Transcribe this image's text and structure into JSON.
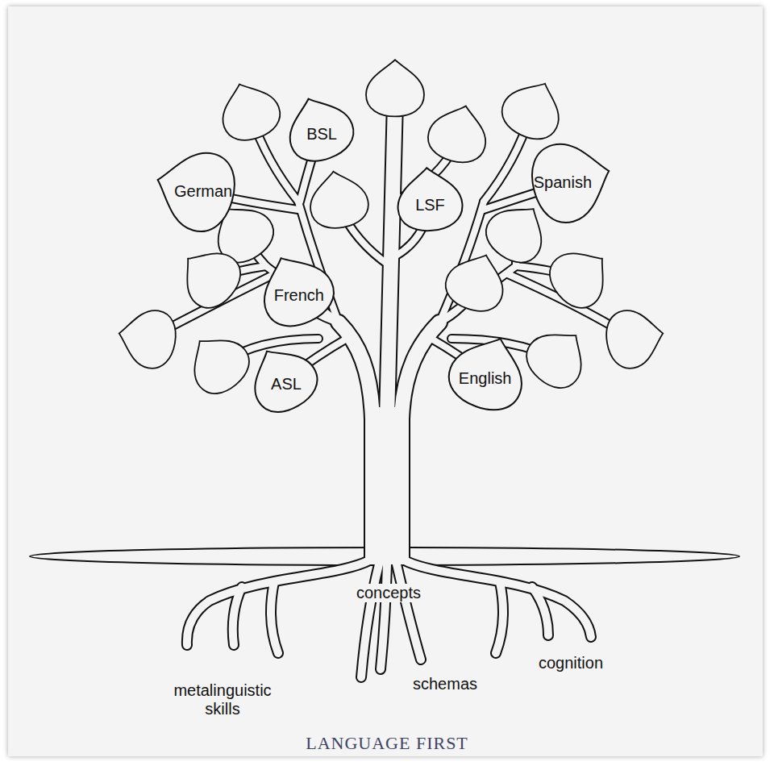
{
  "diagram": {
    "caption": "LANGUAGE FIRST",
    "nodes": [
      {
        "text": [
          "BSL"
        ]
      },
      {
        "text": [
          "German"
        ]
      },
      {
        "text": [
          "Spanish"
        ]
      },
      {
        "text": [
          "LSF"
        ]
      },
      {
        "text": [
          "French"
        ]
      },
      {
        "text": [
          "ASL"
        ]
      },
      {
        "text": [
          "English"
        ]
      }
    ],
    "labels": [
      "concepts",
      "metalinguistic skills",
      "schemas",
      "cognition"
    ]
  }
}
